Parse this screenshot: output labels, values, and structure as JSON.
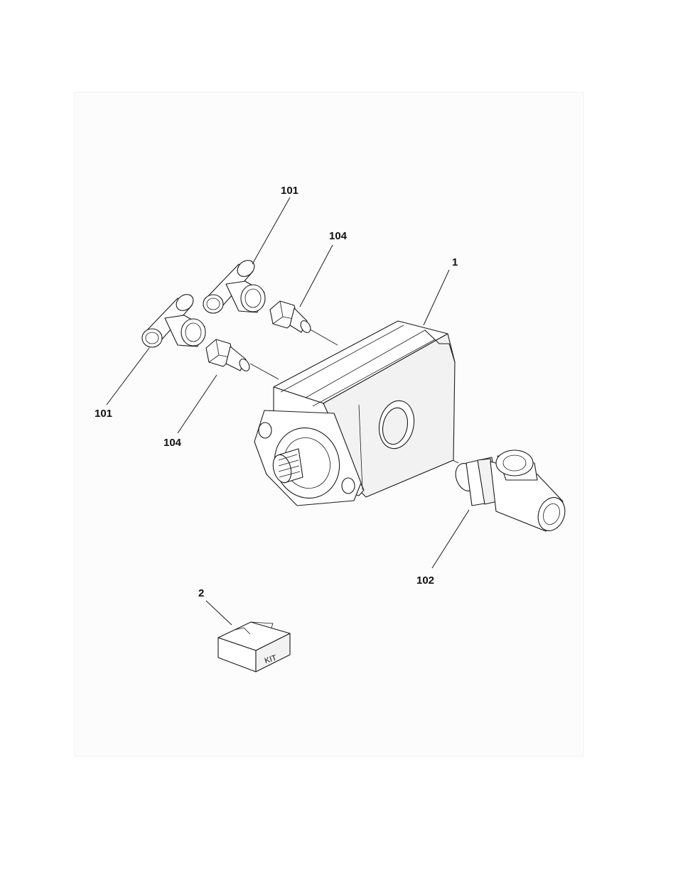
{
  "callouts": {
    "pump": "1",
    "kit": "2",
    "tee_upper": "101",
    "tee_lower": "101",
    "adapter_upper": "104",
    "adapter_lower": "104",
    "tee_right": "102"
  },
  "kit_box": {
    "label": "KIT"
  }
}
